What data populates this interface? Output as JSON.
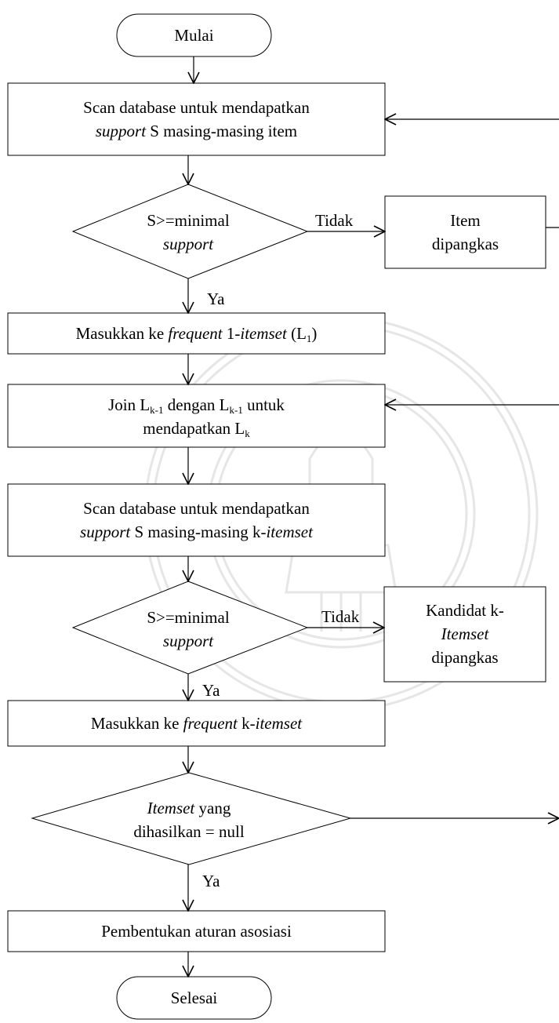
{
  "start": {
    "label": "Mulai"
  },
  "scan_db": {
    "line1": "Scan database untuk mendapatkan",
    "line2_italic": "support",
    "line2_rest": " S masing-masing item"
  },
  "decision_min_support_1": {
    "line1": "S>=minimal",
    "line2_italic": "support"
  },
  "no_label_1": "Tidak",
  "prune_item": {
    "line1": "Item",
    "line2": "dipangkas"
  },
  "yes_label_1": "Ya",
  "frequent_1": {
    "prefix": "Masukkan ke ",
    "italic1": "frequent",
    "mid": " 1-",
    "italic2": "itemset",
    "suffix_open": " (L",
    "sub": "1",
    "suffix_close": ")"
  },
  "join": {
    "a1": "Join L",
    "s1": "k-1",
    "a2": " dengan L",
    "s2": "k-1",
    "a3": " untuk",
    "b1": "mendapatkan L",
    "s3": "k"
  },
  "scan_db_k": {
    "line1": "Scan database untuk mendapatkan",
    "line2_italic1": "support",
    "line2_mid": " S masing-masing k-",
    "line2_italic2": "itemset"
  },
  "decision_min_support_2": {
    "line1": "S>=minimal",
    "line2_italic": "support"
  },
  "no_label_2": "Tidak",
  "prune_candidate": {
    "line1": "Kandidat k-",
    "line2_italic": "Itemset",
    "line3": "dipangkas"
  },
  "yes_label_2": "Ya",
  "frequent_k": {
    "prefix": "Masukkan ke ",
    "italic1": "frequent",
    "mid": " k-",
    "italic2": "itemset"
  },
  "decision_null": {
    "line1_italic": "Itemset",
    "line1_rest": " yang",
    "line2": "dihasilkan = null"
  },
  "yes_label_3": "Ya",
  "rules": {
    "label": "Pembentukan aturan asosiasi"
  },
  "end": {
    "label": "Selesai"
  }
}
